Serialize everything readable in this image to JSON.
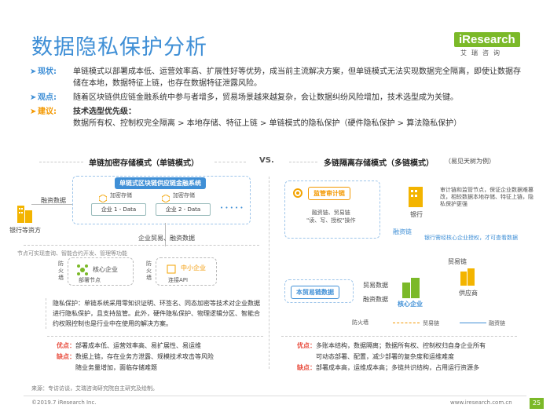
{
  "page_title": "数据隐私保护分析",
  "logo": {
    "main": "iResearch",
    "sub": "艾瑞咨询"
  },
  "bullets": [
    {
      "key": "现状:",
      "text": "单链模式以部署成本低、运营效率高、扩展性好等优势，成当前主流解决方案，但单链模式无法实现数据完全隔离，即使让数据存储在本地，数据特征上链，也存在数据特征泄露风险。"
    },
    {
      "key": "观点:",
      "text": "随着区块链供应链金融系统中参与者增多，贸易场景越来越复杂，会让数据纠纷风险增加，技术选型成为关键。"
    },
    {
      "key": "建议:",
      "line1": "技术选型优先级：",
      "line2": "数据所有权、控制权完全隔离 > 本地存储、特征上链 > 单链模式的隐私保护（硬件隐私保护 > 算法隐私保护）"
    }
  ],
  "compare": {
    "left": "单链加密存储模式（单链模式）",
    "vs": "VS.",
    "right": "多链隔离存储模式（多链模式）",
    "right_note": "（易见天树为例）"
  },
  "left_diagram": {
    "system_title": "单链式区块链供应链金融系统",
    "enc_node": "加密存储",
    "enc_node2": "加密存储",
    "ent1": "企业 1 - Data",
    "ent2": "企业 2 - Data",
    "dots": "• • • • •",
    "financing_data": "融资数据",
    "bank_side": "银行等资方",
    "ent_trade": "企业贸易、融资数据",
    "node_note": "节点可实现查询、智能合约开发、管理等功能",
    "firewall": "防\n火\n墙",
    "firewall2": "防\n火\n墙",
    "core_ent": "核心企业",
    "deploy_node": "部署节点",
    "sme": "中小企业",
    "api": "连接API",
    "privacy_text": "隐私保护：单链系统采用零知识证明、环签名、同态加密等技术对企业数据进行隐私保护，且支持监管。此外，硬件隐私保护、物理逻辑分区、智能合约权限控制也是行业中在使用的解决方案。",
    "privacy_label": "隐私保护：",
    "pros_label": "优点：",
    "pros": "部署成本低、运营效率高、易扩展性、易运维",
    "cons_label": "缺点：",
    "cons": "数据上链，存在业务方泄露、规模技术攻击等风险",
    "cons2": "随业务量增加，面临存储难题"
  },
  "right_diagram": {
    "audit": "监管审计链",
    "audit_sub": "融资链、贸易链\n\"读、写、授权\"操作",
    "bank": "银行",
    "bank_note": "审计链和监管节点，保证企业数据难篡改，相较数据本地存储、特征上链，隐私保护更强",
    "financing_chain": "融资链",
    "bank_auth": "银行需经核心企业授权，才可查看数据",
    "trade_chain": "贸易链",
    "supplier": "供应商",
    "core_ent": "核心企业",
    "local_data": "本贸易链数据",
    "trade_data": "贸易数据",
    "financing_data": "融资数据",
    "firewall": "防火墙",
    "legend_trade": "贸易链",
    "legend_fin": "融资链",
    "pros_label": "优点：",
    "pros": "多账本结构，数据隔离；数据所有权、控制权归自身企业所有",
    "pros2": "可动态部署、配置，减少部署的复杂度和运维难度",
    "cons_label": "缺点：",
    "cons": "部署成本高，运维成本高；多链共识结构，占用运行资源多"
  },
  "source": "来源：专访访谈，艾瑞咨询研究院自主研究及绘制。",
  "copyright": "©2019.7 iResearch Inc.",
  "website": "www.iresearch.com.cn",
  "page_number": "25",
  "colors": {
    "primary": "#3f8fd6",
    "accent": "#f39800",
    "green": "#7bb928",
    "red": "#e84c3d"
  }
}
